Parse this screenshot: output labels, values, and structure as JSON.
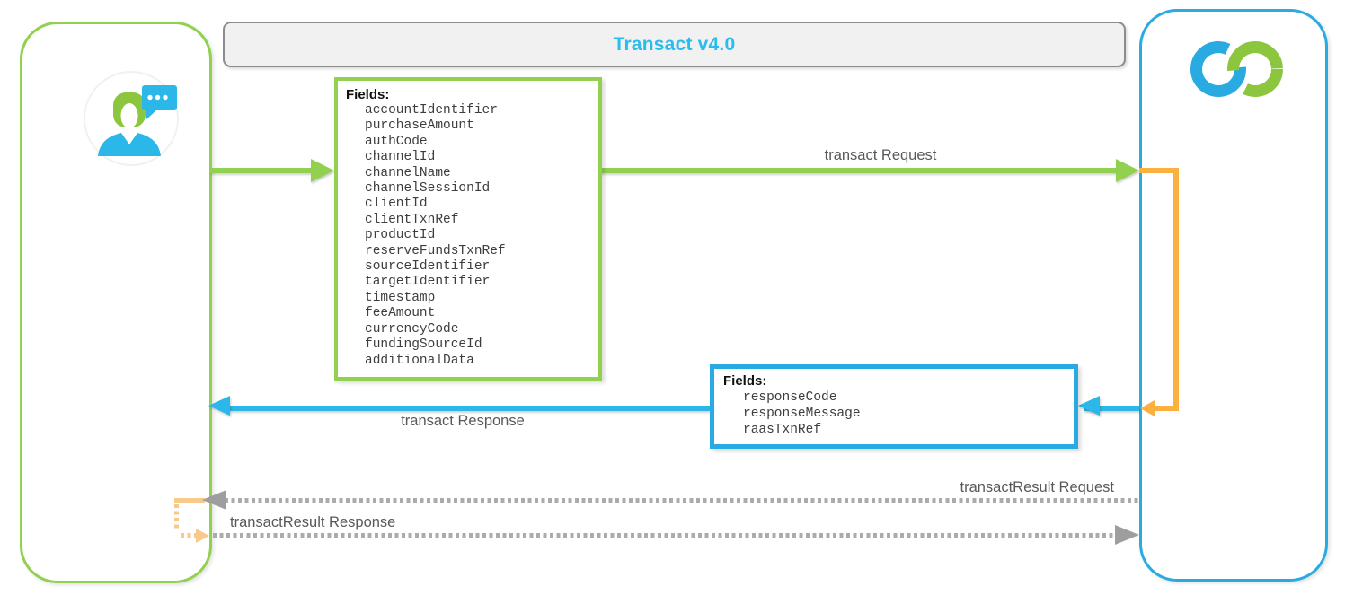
{
  "title": "Transact v4.0",
  "actor": {
    "icon": "customer-avatar",
    "speech_bubble_icon": "speech-bubble-ellipsis"
  },
  "service": {
    "icon": "interlocking-rings-logo"
  },
  "request_box": {
    "heading": "Fields:",
    "fields": [
      "accountIdentifier",
      "purchaseAmount",
      "authCode",
      "channelId",
      "channelName",
      "channelSessionId",
      "clientId",
      "clientTxnRef",
      "productId",
      "reserveFundsTxnRef",
      "sourceIdentifier",
      "targetIdentifier",
      "timestamp",
      "feeAmount",
      "currencyCode",
      "fundingSourceId",
      "additionalData"
    ]
  },
  "response_box": {
    "heading": "Fields:",
    "fields": [
      "responseCode",
      "responseMessage",
      "raasTxnRef"
    ]
  },
  "messages": {
    "transact_request": {
      "label": "transact Request",
      "direction": "client-to-service",
      "style": "solid-green"
    },
    "transact_response": {
      "label": "transact Response",
      "direction": "service-to-client",
      "style": "solid-blue"
    },
    "transact_result_request": {
      "label": "transactResult Request",
      "direction": "service-to-client",
      "style": "dashed-gray"
    },
    "transact_result_response": {
      "label": "transactResult Response",
      "direction": "client-to-service",
      "style": "dashed-gray"
    }
  },
  "colors": {
    "green": "#92D050",
    "green_logo": "#8CC63F",
    "blue": "#29ABE2",
    "blue_arrow": "#2BB8E8",
    "cyan_title": "#2BBCEE",
    "orange": "#FBB040",
    "tan": "#F7CA8C",
    "dash_gray": "#ABABAB",
    "arrow_gray": "#9E9E9E",
    "label_gray": "#595959",
    "titlebar_bg": "#F1F1F1",
    "titlebar_border": "#8C8C8C"
  }
}
